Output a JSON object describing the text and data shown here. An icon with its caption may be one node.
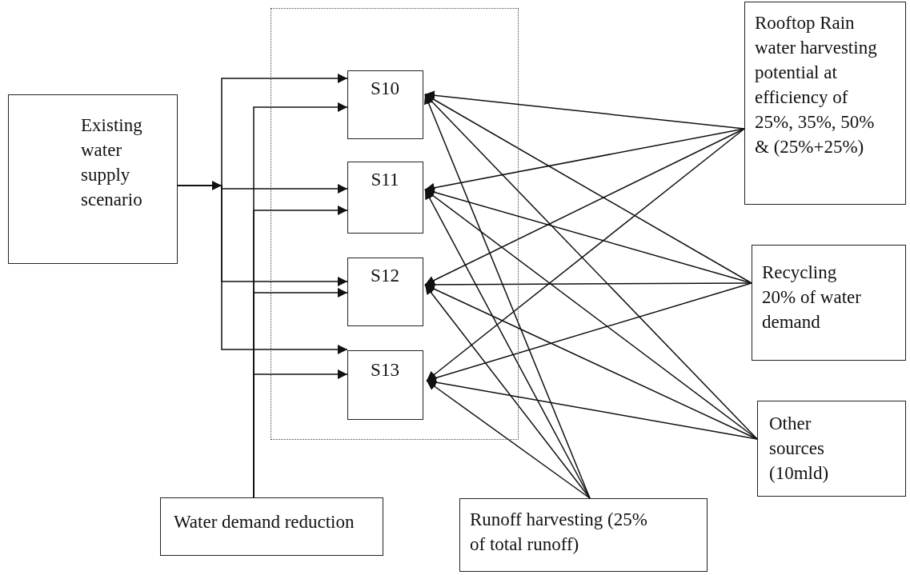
{
  "diagram": {
    "nodes": [
      {
        "text": [
          "Existing water supply scenario"
        ]
      },
      {
        "text": [],
        "shape": "box"
      },
      {
        "text": [
          "S10"
        ],
        "in": 1
      },
      {
        "text": [
          "S11"
        ],
        "in": 1
      },
      {
        "text": [
          "S12"
        ],
        "in": 1
      },
      {
        "text": [
          "S13"
        ],
        "in": 1
      },
      {
        "text": [
          "Rooftop Rain water harvesting potential at efficiency of 25%, 35%, 50% & (25%+25%)"
        ]
      },
      {
        "text": [
          "Recycling 20% of water demand"
        ]
      },
      {
        "text": [
          "Other sources (10mld)"
        ]
      },
      {
        "text": [
          "Water demand reduction"
        ]
      },
      {
        "text": [
          "Runoff harvesting (25% of total runoff)"
        ]
      }
    ],
    "edges": [
      {
        "from": 0,
        "to": 2,
        "arrow": "to"
      },
      {
        "from": 0,
        "to": 3,
        "arrow": "to"
      },
      {
        "from": 0,
        "to": 4,
        "arrow": "to"
      },
      {
        "from": 0,
        "to": 5,
        "arrow": "to"
      },
      {
        "from": 9,
        "to": 2,
        "arrow": "to"
      },
      {
        "from": 9,
        "to": 3,
        "arrow": "to"
      },
      {
        "from": 9,
        "to": 4,
        "arrow": "to"
      },
      {
        "from": 9,
        "to": 5,
        "arrow": "to"
      },
      {
        "from": 6,
        "to": 2,
        "arrow": "to"
      },
      {
        "from": 6,
        "to": 3,
        "arrow": "to"
      },
      {
        "from": 6,
        "to": 4,
        "arrow": "to"
      },
      {
        "from": 6,
        "to": 5,
        "arrow": "to"
      },
      {
        "from": 7,
        "to": 2,
        "arrow": "to"
      },
      {
        "from": 7,
        "to": 3,
        "arrow": "to"
      },
      {
        "from": 7,
        "to": 4,
        "arrow": "to"
      },
      {
        "from": 7,
        "to": 5,
        "arrow": "to"
      },
      {
        "from": 8,
        "to": 2,
        "arrow": "to"
      },
      {
        "from": 8,
        "to": 3,
        "arrow": "to"
      },
      {
        "from": 8,
        "to": 4,
        "arrow": "to"
      },
      {
        "from": 8,
        "to": 5,
        "arrow": "to"
      },
      {
        "from": 10,
        "to": 2,
        "arrow": "to"
      },
      {
        "from": 10,
        "to": 3,
        "arrow": "to"
      },
      {
        "from": 10,
        "to": 4,
        "arrow": "to"
      },
      {
        "from": 10,
        "to": 5,
        "arrow": "to"
      }
    ]
  }
}
